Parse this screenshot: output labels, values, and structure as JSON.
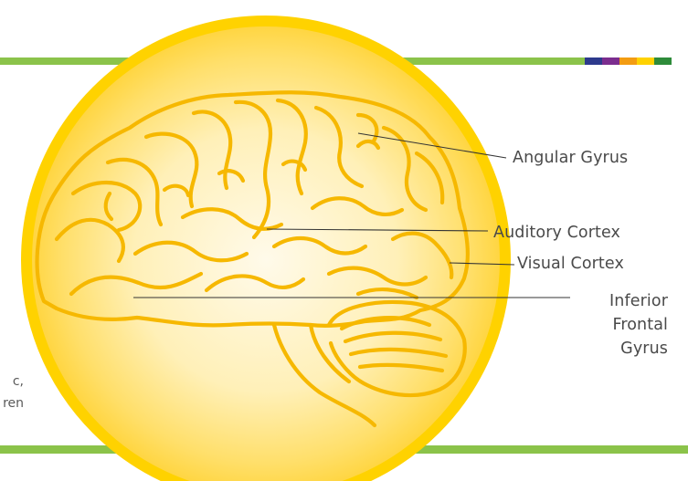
{
  "labels": {
    "angular_gyrus": "Angular Gyrus",
    "auditory_cortex": "Auditory Cortex",
    "visual_cortex": "Visual Cortex",
    "inferior_frontal_gyrus": [
      "Inferior",
      "Frontal",
      "Gyrus"
    ]
  },
  "partial_text": {
    "line1": "c,",
    "line2": "ren"
  },
  "colors": {
    "green_bar": "#8bc34a",
    "circle_rim": "#ffd200",
    "circle_fill_center": "#fffbe6",
    "circle_fill_edge": "#ffd54a",
    "brain_stroke": "#f6b800",
    "leader_line": "#333333",
    "stripe": [
      "#2d3a8c",
      "#7b2d8e",
      "#f39c12",
      "#ffd200",
      "#2e8b3a"
    ]
  },
  "icons": [
    "brain-illustration"
  ]
}
